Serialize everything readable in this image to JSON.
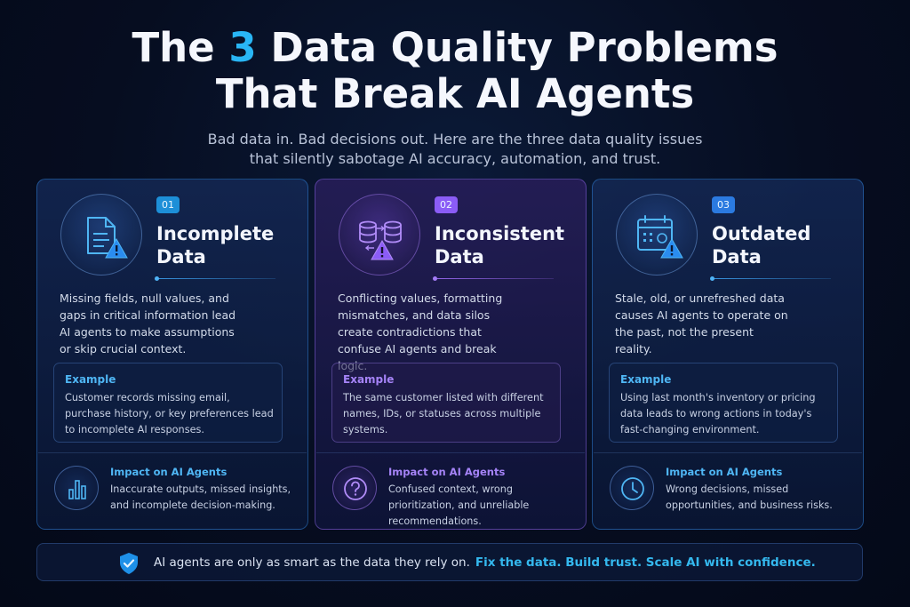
{
  "header": {
    "title_pre": "The",
    "title_num": "3",
    "title_post_line1": "Data Quality Problems",
    "title_line2": "That Break AI Agents",
    "subtitle_line1": "Bad data in. Bad decisions out. Here are the three data quality issues",
    "subtitle_line2": "that silently sabotage AI accuracy, automation, and trust."
  },
  "cards": [
    {
      "number": "01",
      "title_line1": "Incomplete",
      "title_line2": "Data",
      "description": "Missing fields, null values, and gaps in critical information lead AI agents to make assumptions or skip crucial context.",
      "example_label": "Example",
      "example_text": "Customer records missing email, purchase history, or key preferences lead to incomplete AI responses.",
      "impact_label": "Impact on AI Agents",
      "impact_text": "Inaccurate outputs, missed insights, and incomplete decision-making.",
      "icon": "document-warning-icon",
      "impact_icon": "bar-chart-icon"
    },
    {
      "number": "02",
      "title_line1": "Inconsistent",
      "title_line2": "Data",
      "description": "Conflicting values, formatting mismatches, and data silos create contradictions that confuse AI agents and break logic.",
      "example_label": "Example",
      "example_text": "The same customer listed with different names, IDs, or statuses across multiple systems.",
      "impact_label": "Impact on AI Agents",
      "impact_text": "Confused context, wrong prioritization, and unreliable recommendations.",
      "icon": "database-sync-warning-icon",
      "impact_icon": "question-icon"
    },
    {
      "number": "03",
      "title_line1": "Outdated",
      "title_line2": "Data",
      "description": "Stale, old, or unrefreshed data causes AI agents to operate on the past, not the present reality.",
      "example_label": "Example",
      "example_text": "Using last month's inventory or pricing data leads to wrong actions in today's fast-changing environment.",
      "impact_label": "Impact on AI Agents",
      "impact_text": "Wrong decisions, missed opportunities, and business risks.",
      "icon": "calendar-warning-icon",
      "impact_icon": "clock-icon"
    }
  ],
  "footer": {
    "text": "AI agents are only as smart as the data they rely on.",
    "accent": "Fix the data. Build trust. Scale AI with confidence.",
    "icon": "shield-check-icon"
  },
  "colors": {
    "accent_blue": "#29b6f6",
    "accent_purple": "#8b5cf6",
    "warning": "#2a8cf0",
    "background": "#060d20"
  }
}
